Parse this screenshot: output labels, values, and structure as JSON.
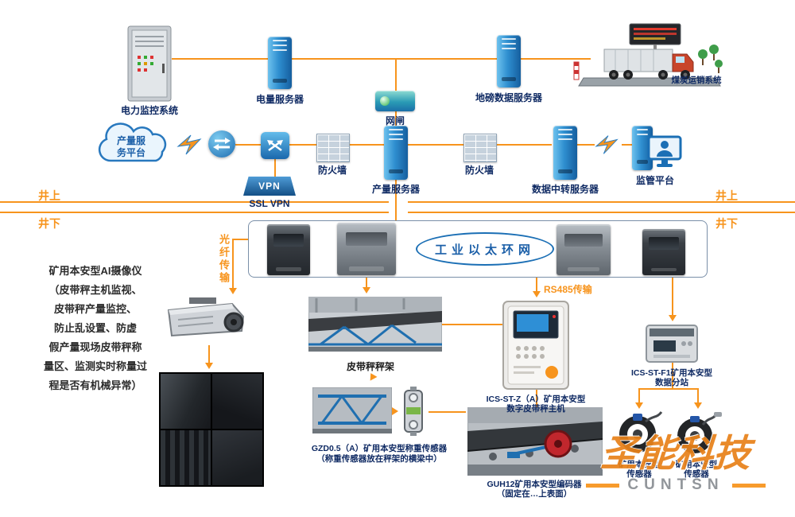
{
  "top": {
    "cabinet_label": "电力监控系统",
    "power_server_label": "电量服务器",
    "gateway_label": "网闸",
    "weighbridge_server_label": "地磅数据服务器",
    "truck_label": "煤炭运销系统"
  },
  "mid": {
    "cloud_line1": "产量服",
    "cloud_line2": "务平台",
    "firewall_left_label": "防火墙",
    "production_server_label": "产量服务器",
    "firewall_right_label": "防火墙",
    "relay_server_label": "数据中转服务器",
    "supervision_label": "监管平台",
    "vpn_text": "VPN",
    "ssl_vpn_label": "SSL VPN"
  },
  "divider": {
    "left_above": "井上",
    "left_below": "井下",
    "right_above": "井上",
    "right_below": "井下"
  },
  "underground": {
    "ring_label": "工业以太环网",
    "fiber_label": "光纤传输",
    "rs485_label": "RS485传输",
    "camera_title": "矿用本安型AI摄像仪",
    "camera_desc": [
      "（皮带秤主机监视、",
      "皮带秤产量监控、",
      "防止乱设置、防虚",
      "假产量现场皮带秤称",
      "量区、监测实时称量过",
      "程是否有机械异常）"
    ],
    "belt_scale_label": "皮带秤秤架",
    "host_label1": "ICS-ST-Z（A）矿用本安型",
    "host_label2": "数字皮带秤主机",
    "substation_label1": "ICS-ST-F1矿用本安型",
    "substation_label2": "数据分站",
    "loadcell_label1": "GZD0.5（A）矿用本安型称重传感器",
    "loadcell_label2": "（称重传感器放在秤架的横梁中）",
    "encoder_label1": "GUH12矿用本安型编码器",
    "encoder_label2": "（固定在…上表面）",
    "sensor_left_label1": "矿用本安型",
    "sensor_left_label2": "传感器",
    "sensor_right_label1": "矿用本安型",
    "sensor_right_label2": "传感器"
  },
  "watermark": {
    "brand": "圣能科技",
    "sub": "CUNTSN"
  },
  "colors": {
    "accent": "#F7941D",
    "blue": "#1B6FB5"
  }
}
